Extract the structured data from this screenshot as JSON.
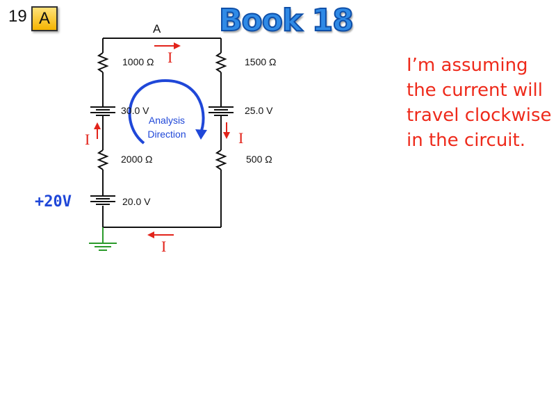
{
  "header": {
    "slide_number": "19",
    "badge": "A",
    "title": "Book 18"
  },
  "note": "I’m assuming the current will travel clockwise in the circuit.",
  "circuit": {
    "node_label": "A",
    "ground_voltage_label": "+20V",
    "current_symbol": "I",
    "analysis_label_line1": "Analysis",
    "analysis_label_line2": "Direction",
    "left_branch": {
      "resistor_top": "1000 Ω",
      "battery_top": "30.0  V",
      "resistor_bottom": "2000 Ω",
      "battery_bottom": "20.0  V"
    },
    "right_branch": {
      "resistor_top": "1500 Ω",
      "battery": "25.0  V",
      "resistor_bottom": "500 Ω"
    }
  },
  "colors": {
    "current_arrow": "#e2231a",
    "analysis_arrow": "#1f47d8",
    "ground": "#2a9a2a"
  }
}
